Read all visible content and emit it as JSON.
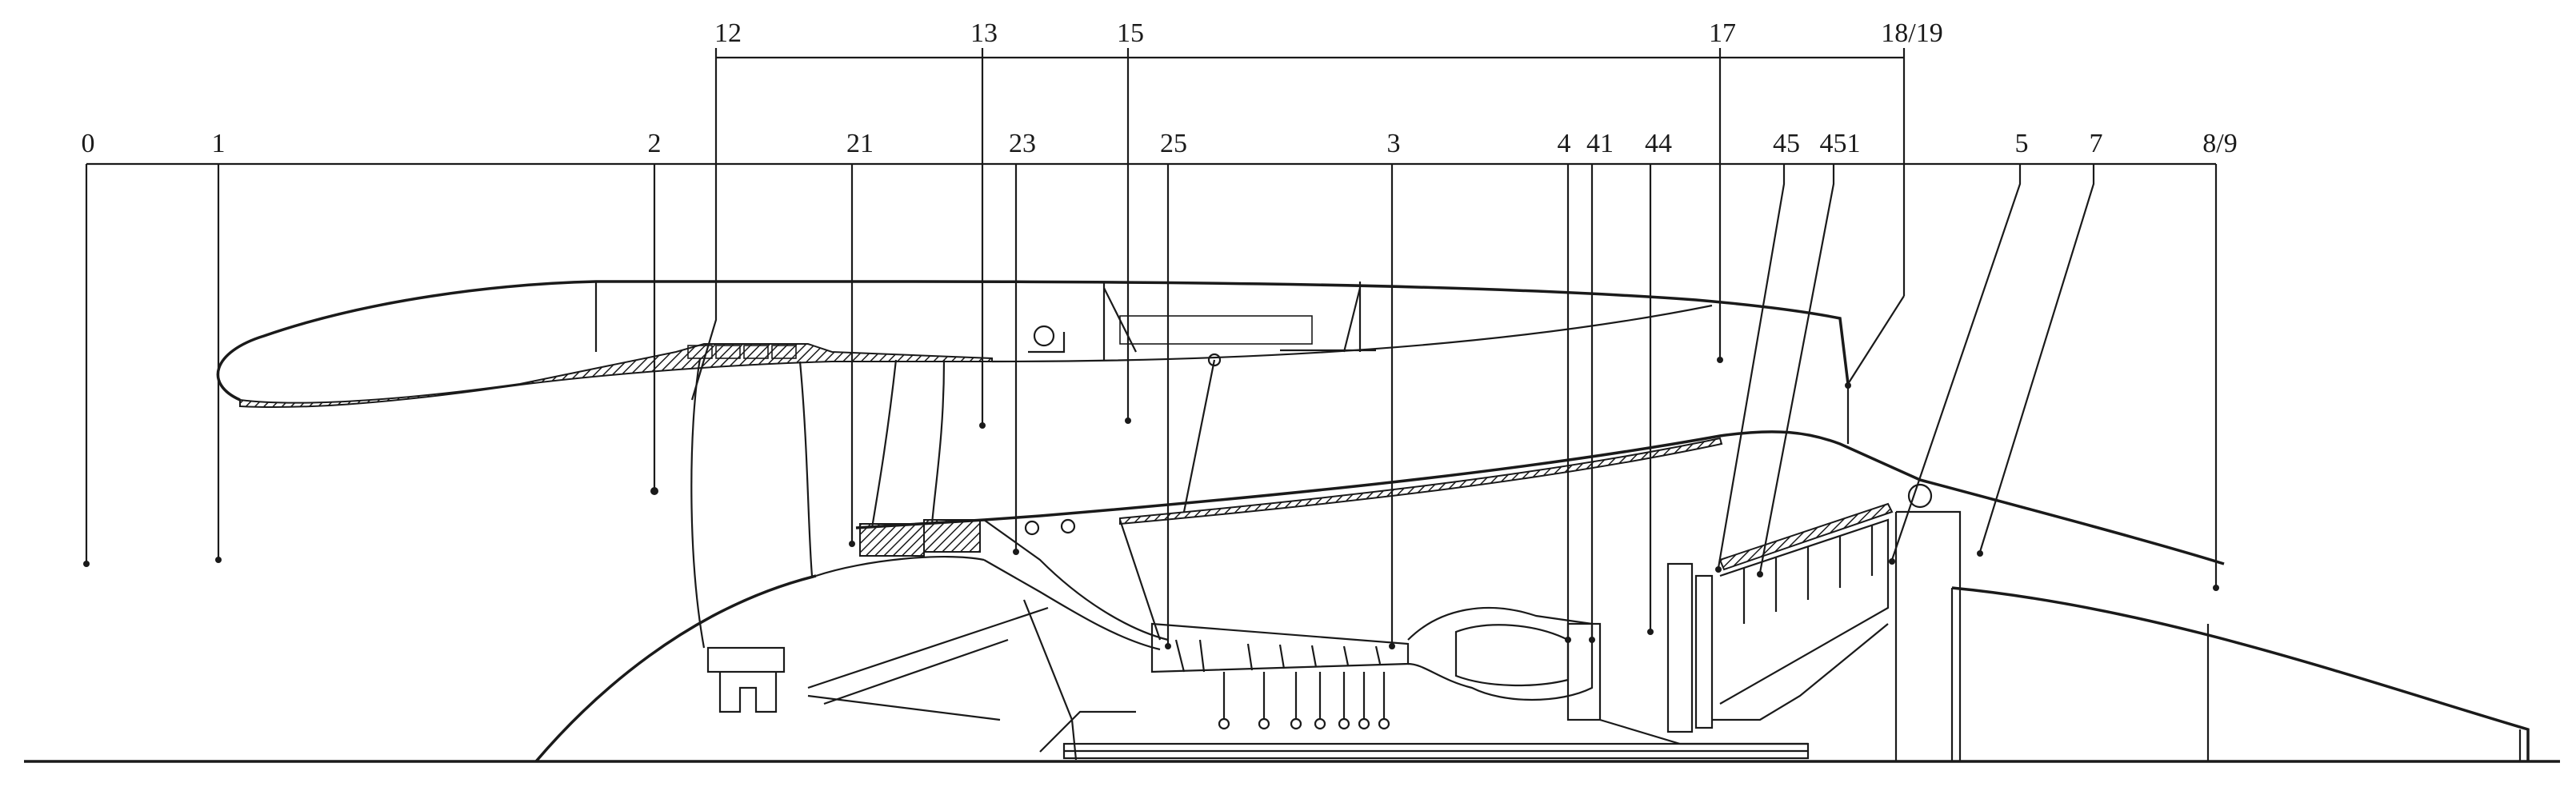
{
  "stations_top": [
    {
      "id": "s12",
      "label": "12"
    },
    {
      "id": "s13",
      "label": "13"
    },
    {
      "id": "s15",
      "label": "15"
    },
    {
      "id": "s17",
      "label": "17"
    },
    {
      "id": "s1819",
      "label": "18/19"
    }
  ],
  "stations_bottom": [
    {
      "id": "s0",
      "label": "0"
    },
    {
      "id": "s1",
      "label": "1"
    },
    {
      "id": "s2",
      "label": "2"
    },
    {
      "id": "s21",
      "label": "21"
    },
    {
      "id": "s23",
      "label": "23"
    },
    {
      "id": "s25",
      "label": "25"
    },
    {
      "id": "s3",
      "label": "3"
    },
    {
      "id": "s4",
      "label": "4"
    },
    {
      "id": "s41",
      "label": "41"
    },
    {
      "id": "s44",
      "label": "44"
    },
    {
      "id": "s45",
      "label": "45"
    },
    {
      "id": "s451",
      "label": "451"
    },
    {
      "id": "s5",
      "label": "5"
    },
    {
      "id": "s7",
      "label": "7"
    },
    {
      "id": "s89",
      "label": "8/9"
    }
  ]
}
